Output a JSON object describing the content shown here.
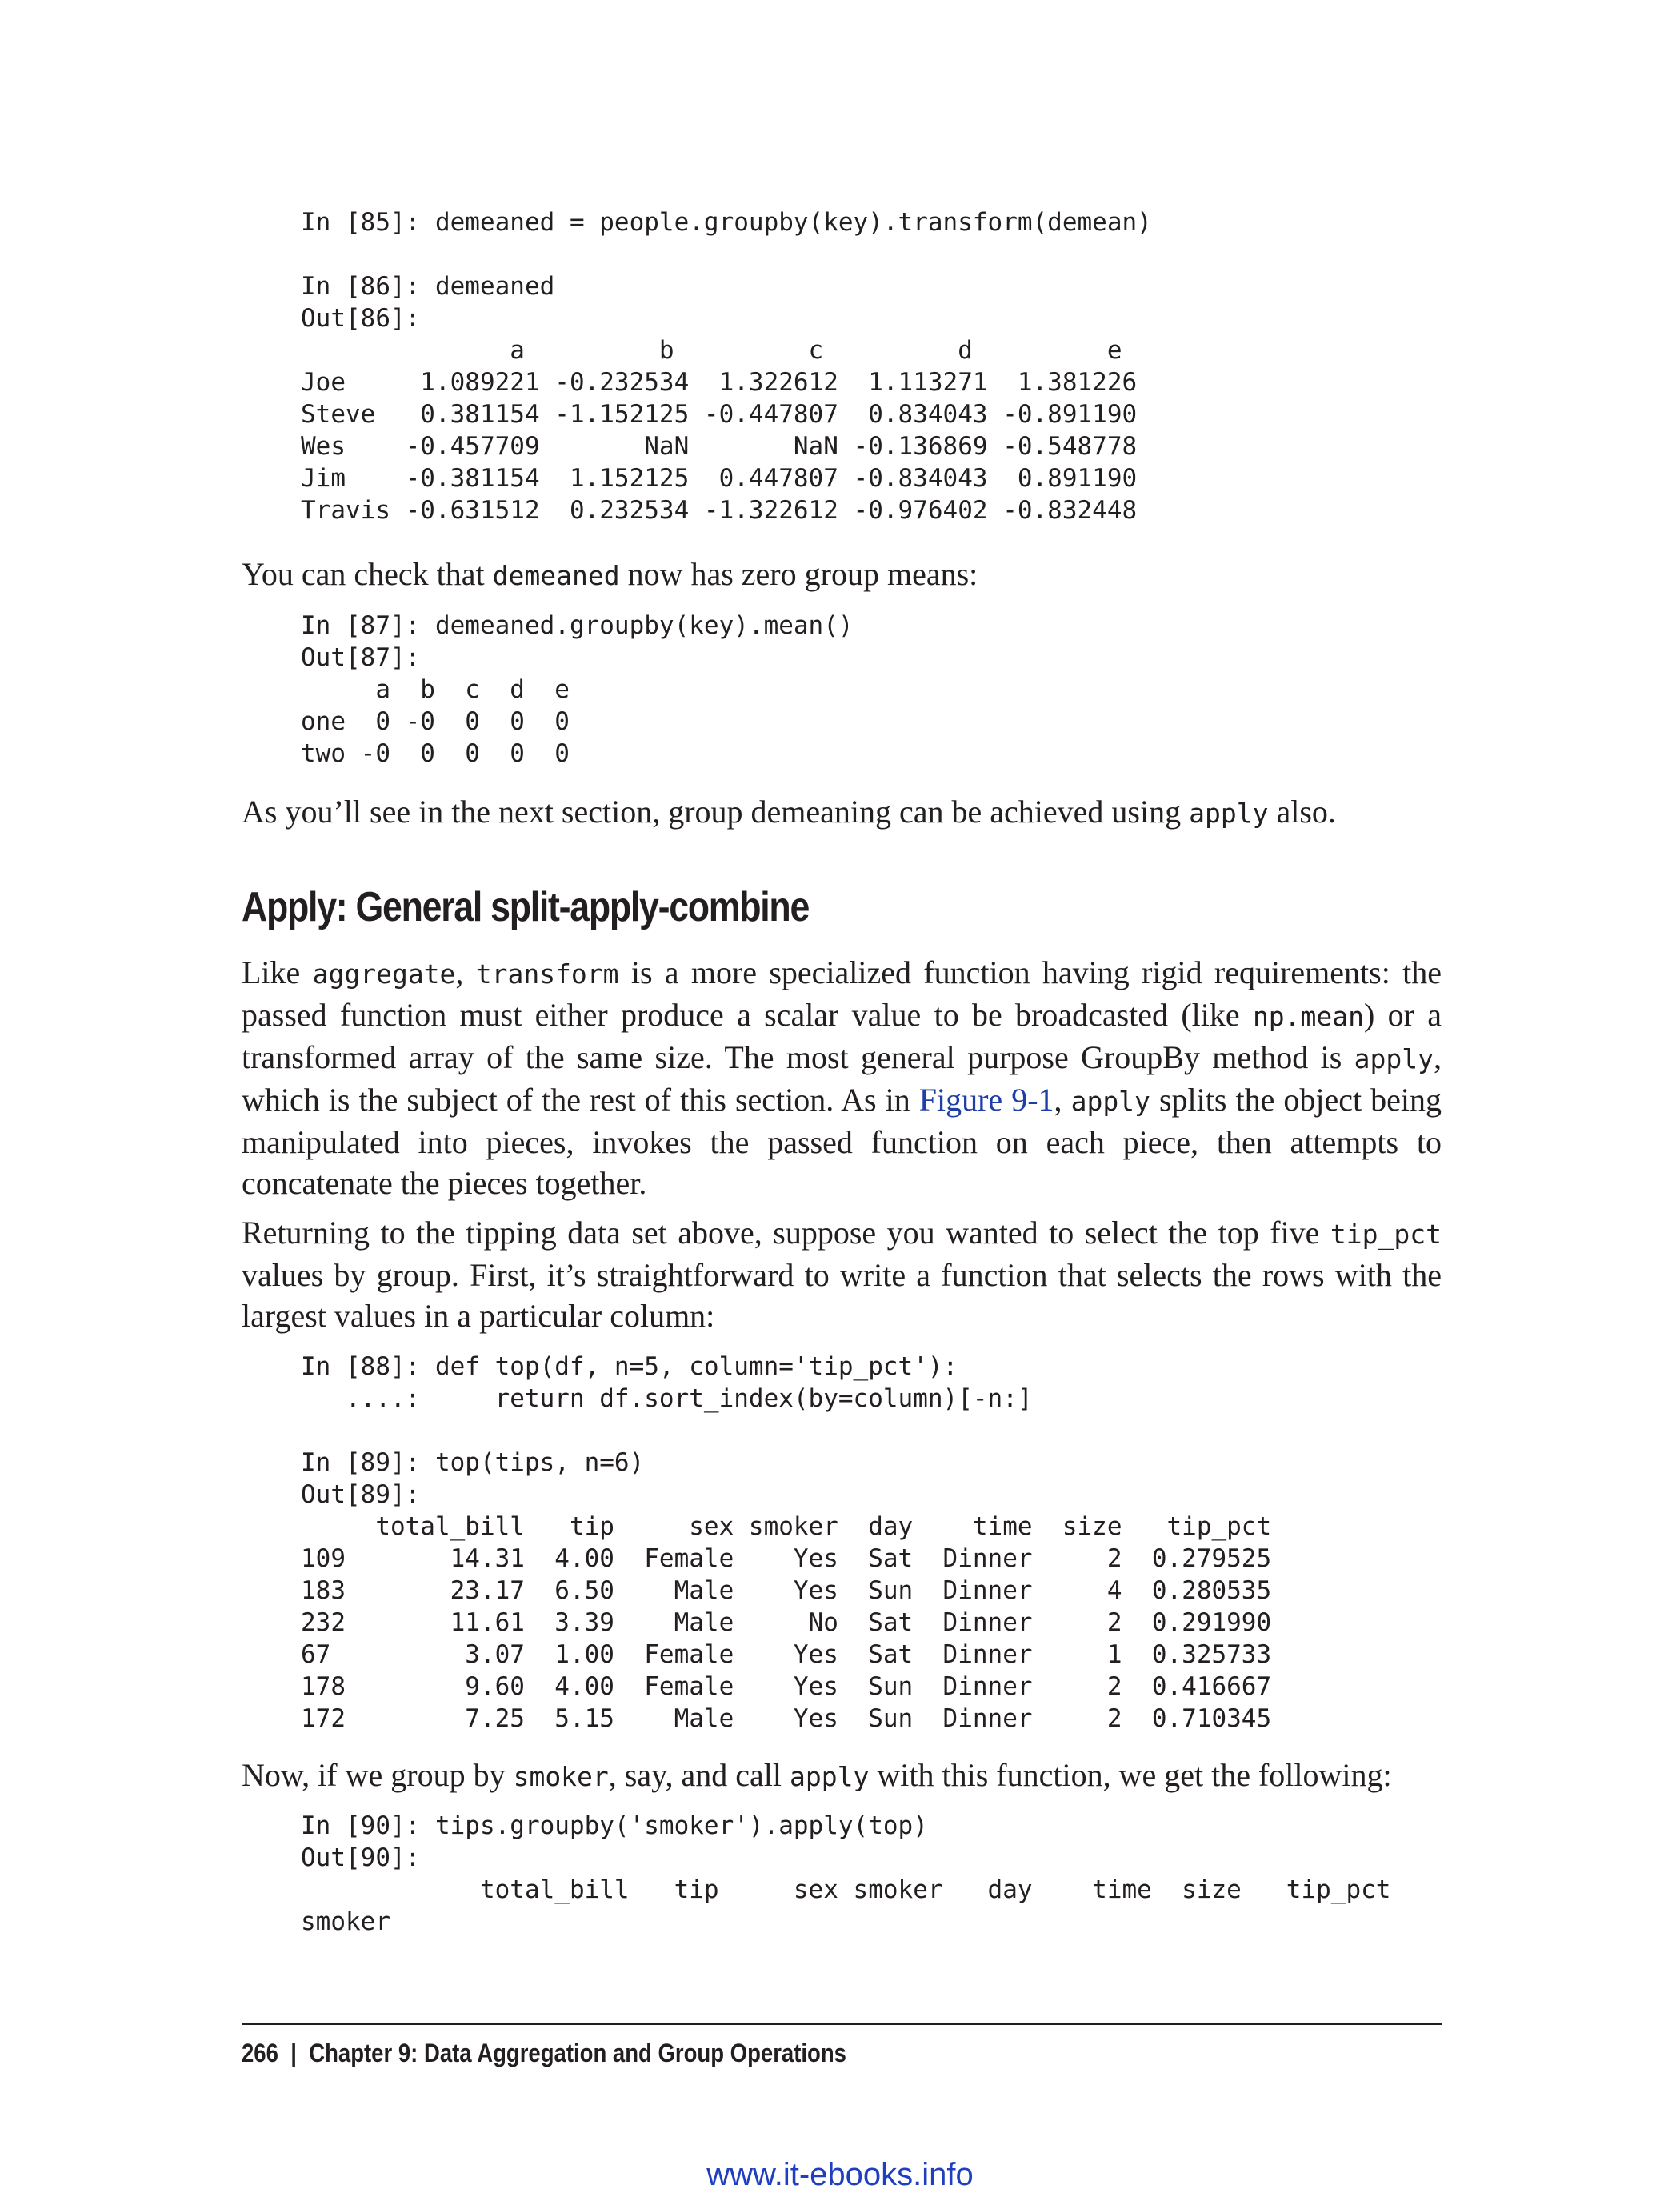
{
  "code_blocks": {
    "cb1": "In [85]: demeaned = people.groupby(key).transform(demean)\n\nIn [86]: demeaned\nOut[86]:\n              a         b         c         d         e\nJoe     1.089221 -0.232534  1.322612  1.113271  1.381226\nSteve   0.381154 -1.152125 -0.447807  0.834043 -0.891190\nWes    -0.457709       NaN       NaN -0.136869 -0.548778\nJim    -0.381154  1.152125  0.447807 -0.834043  0.891190\nTravis -0.631512  0.232534 -1.322612 -0.976402 -0.832448",
    "cb2": "In [87]: demeaned.groupby(key).mean()\nOut[87]:\n     a  b  c  d  e\none  0 -0  0  0  0\ntwo -0  0  0  0  0",
    "cb3": "In [88]: def top(df, n=5, column='tip_pct'):\n   ....:     return df.sort_index(by=column)[-n:]\n\nIn [89]: top(tips, n=6)\nOut[89]:\n     total_bill   tip     sex smoker  day    time  size   tip_pct\n109       14.31  4.00  Female    Yes  Sat  Dinner     2  0.279525\n183       23.17  6.50    Male    Yes  Sun  Dinner     4  0.280535\n232       11.61  3.39    Male     No  Sat  Dinner     2  0.291990\n67         3.07  1.00  Female    Yes  Sat  Dinner     1  0.325733\n178        9.60  4.00  Female    Yes  Sun  Dinner     2  0.416667\n172        7.25  5.15    Male    Yes  Sun  Dinner     2  0.710345",
    "cb4": "In [90]: tips.groupby('smoker').apply(top)\nOut[90]:\n            total_bill   tip     sex smoker   day    time  size   tip_pct\nsmoker"
  },
  "p1": {
    "a": "You can check that ",
    "code1": "demeaned",
    "b": " now has zero group means:"
  },
  "p2": {
    "a": "As you’ll see in the next section, group demeaning can be achieved using ",
    "code1": "apply",
    "b": " also."
  },
  "heading": "Apply: General split-apply-combine",
  "p3": {
    "a": "Like ",
    "code1": "aggregate",
    "b": ", ",
    "code2": "transform",
    "c": " is a more specialized function having rigid requirements: the passed function must either produce a scalar value to be broadcasted (like ",
    "code3": "np.mean",
    "d": ") or a transformed array of the same size. The most general purpose GroupBy method is ",
    "code4": "apply",
    "e": ", which is the subject of the rest of this section. As in ",
    "link": "Figure 9-1",
    "f": ", ",
    "code5": "apply",
    "g": " splits the object being manipulated into pieces, invokes the passed function on each piece, then attempts to concatenate the pieces together."
  },
  "p4": {
    "a": "Returning to the tipping data set above, suppose you wanted to select the top five ",
    "code1": "tip_pct",
    "b": " values by group. First, it’s straightforward to write a function that selects the rows with the largest values in a particular column:"
  },
  "p5": {
    "a": "Now, if we group by ",
    "code1": "smoker",
    "b": ", say, and call ",
    "code2": "apply",
    "c": " with this function, we get the following:"
  },
  "footer": "266  |  Chapter 9: Data Aggregation and Group Operations",
  "watermark": "www.it-ebooks.info"
}
